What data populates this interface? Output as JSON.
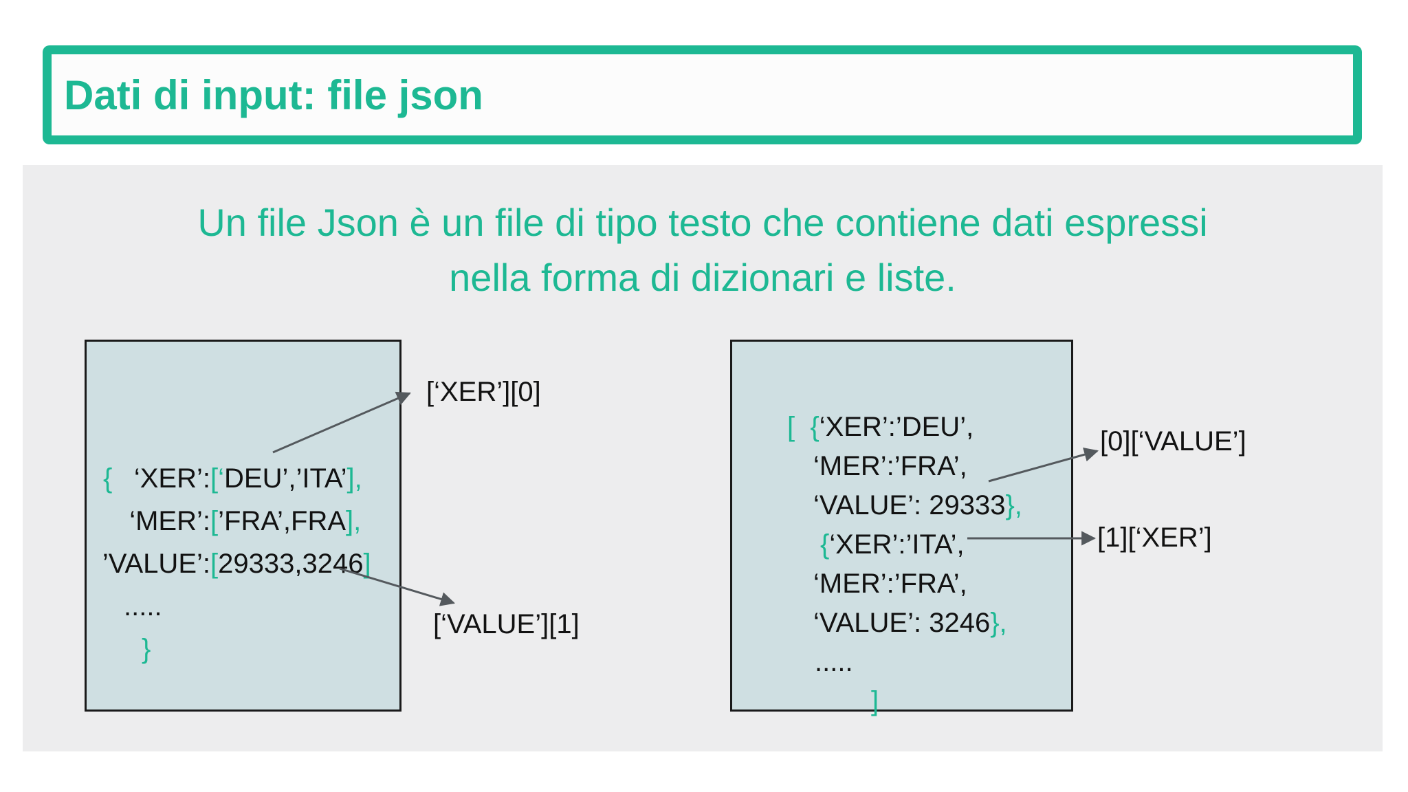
{
  "colors": {
    "teal": "#1db893",
    "ink": "#121212",
    "box_fill": "#cfdfe2",
    "box_border": "#1a1a1a",
    "panel_bg": "#ededee",
    "arrow": "#54595d",
    "page_bg": "#ffffff"
  },
  "title": {
    "text": "Dati di input: file json"
  },
  "subtitle": {
    "line1": "Un file Json è un file di tipo testo che contiene dati espressi",
    "line2": "nella forma di dizionari e liste."
  },
  "left_box": {
    "lines": [
      {
        "prefix": "{",
        "key": "‘XER’:",
        "value": [
          {
            "t": "[",
            "c": "g"
          },
          {
            "t": "‘",
            "c": "g"
          },
          {
            "t": "DEU’,’ITA’",
            "c": "k"
          },
          {
            "t": "],",
            "c": "g"
          }
        ]
      },
      {
        "prefix": "",
        "key": "‘MER’:",
        "value": [
          {
            "t": "[",
            "c": "g"
          },
          {
            "t": "’FRA’,FRA",
            "c": "k"
          },
          {
            "t": "],",
            "c": "g"
          }
        ]
      },
      {
        "prefix": "",
        "key": "’VALUE’:",
        "value": [
          {
            "t": "[",
            "c": "g"
          },
          {
            "t": "29333,3246",
            "c": "k"
          },
          {
            "t": "]",
            "c": "g"
          }
        ]
      }
    ],
    "dots": ".....",
    "closing": "}"
  },
  "right_box": {
    "lines": [
      [
        {
          "t": "[",
          "c": "g"
        },
        {
          "t": "  ",
          "c": "k"
        },
        {
          "t": "{",
          "c": "g"
        },
        {
          "t": "‘XER’:’DEU’,",
          "c": "k"
        }
      ],
      [
        {
          "t": "‘MER’:’FRA’,",
          "c": "k"
        }
      ],
      [
        {
          "t": "‘VALUE’: 29333",
          "c": "k"
        },
        {
          "t": "},",
          "c": "g"
        }
      ],
      [
        {
          "t": "{",
          "c": "g"
        },
        {
          "t": "‘XER’:’ITA’,",
          "c": "k"
        }
      ],
      [
        {
          "t": "‘MER’:’FRA’,",
          "c": "k"
        }
      ],
      [
        {
          "t": "‘VALUE’: 3246",
          "c": "k"
        },
        {
          "t": "},",
          "c": "g"
        }
      ],
      [
        {
          "t": ".....",
          "c": "k"
        }
      ],
      [
        {
          "t": "]",
          "c": "g"
        }
      ]
    ]
  },
  "annotations": {
    "xer0": "[‘XER’][0]",
    "value1": "[‘VALUE’][1]",
    "value0": "[0][‘VALUE’]",
    "xer1": "[1][‘XER’]"
  }
}
